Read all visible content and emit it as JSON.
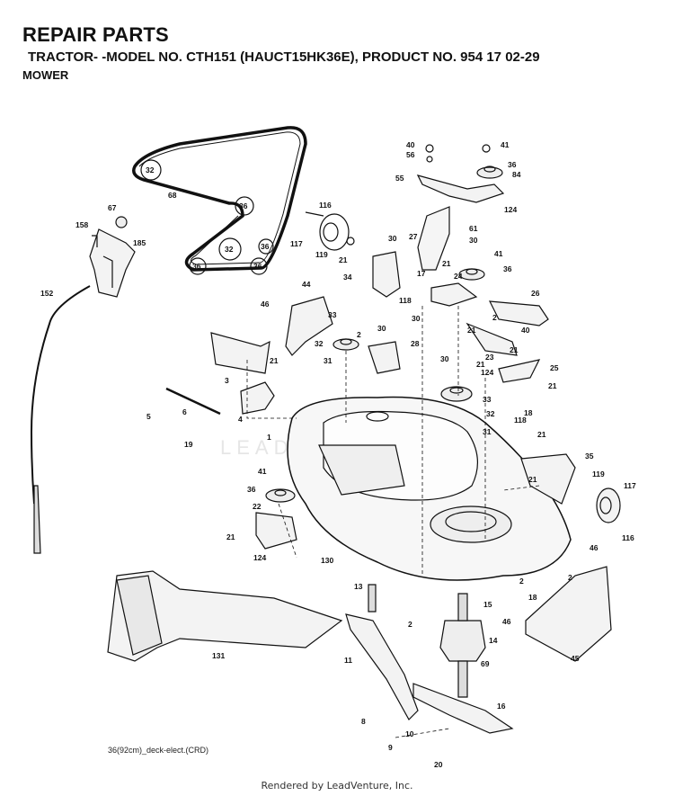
{
  "header": {
    "title": "REPAIR PARTS",
    "subtitle": "TRACTOR- -MODEL NO. CTH151 (HAUCT15HK36E), PRODUCT NO. 954 17 02-29",
    "section": "MOWER"
  },
  "diagram_code": "36(92cm)_deck-elect.(CRD)",
  "watermark": "LEADVENTURE",
  "footer": "Rendered by LeadVenture, Inc.",
  "belt_labels": [
    "32",
    "36",
    "32",
    "36",
    "36",
    "36"
  ],
  "callouts": [
    {
      "id": "c67",
      "label": "67"
    },
    {
      "id": "c158",
      "label": "158"
    },
    {
      "id": "c185",
      "label": "185"
    },
    {
      "id": "c152",
      "label": "152"
    },
    {
      "id": "c68",
      "label": "68"
    },
    {
      "id": "c116a",
      "label": "116"
    },
    {
      "id": "c117a",
      "label": "117"
    },
    {
      "id": "c119a",
      "label": "119"
    },
    {
      "id": "c21a",
      "label": "21"
    },
    {
      "id": "c34",
      "label": "34"
    },
    {
      "id": "c118a",
      "label": "118"
    },
    {
      "id": "c30a",
      "label": "30"
    },
    {
      "id": "c27",
      "label": "27"
    },
    {
      "id": "c17",
      "label": "17"
    },
    {
      "id": "c21b",
      "label": "21"
    },
    {
      "id": "c24",
      "label": "24"
    },
    {
      "id": "c40a",
      "label": "40"
    },
    {
      "id": "c56",
      "label": "56"
    },
    {
      "id": "c55",
      "label": "55"
    },
    {
      "id": "c41a",
      "label": "41"
    },
    {
      "id": "c36a",
      "label": "36"
    },
    {
      "id": "c84",
      "label": "84"
    },
    {
      "id": "c124a",
      "label": "124"
    },
    {
      "id": "c61",
      "label": "61"
    },
    {
      "id": "c30b",
      "label": "30"
    },
    {
      "id": "c41b",
      "label": "41"
    },
    {
      "id": "c36b",
      "label": "36"
    },
    {
      "id": "c46a",
      "label": "46"
    },
    {
      "id": "c44",
      "label": "44"
    },
    {
      "id": "c33a",
      "label": "33"
    },
    {
      "id": "c30c",
      "label": "30"
    },
    {
      "id": "c32a",
      "label": "32"
    },
    {
      "id": "c2a",
      "label": "2"
    },
    {
      "id": "c30d",
      "label": "30"
    },
    {
      "id": "c28",
      "label": "28"
    },
    {
      "id": "c31a",
      "label": "31"
    },
    {
      "id": "c3",
      "label": "3"
    },
    {
      "id": "c21c",
      "label": "21"
    },
    {
      "id": "c26",
      "label": "26"
    },
    {
      "id": "c2b",
      "label": "2"
    },
    {
      "id": "c40b",
      "label": "40"
    },
    {
      "id": "c21d",
      "label": "21"
    },
    {
      "id": "c21e",
      "label": "21"
    },
    {
      "id": "c30e",
      "label": "30"
    },
    {
      "id": "c23",
      "label": "23"
    },
    {
      "id": "c21f",
      "label": "21"
    },
    {
      "id": "c25",
      "label": "25"
    },
    {
      "id": "c124b",
      "label": "124"
    },
    {
      "id": "c21g",
      "label": "21"
    },
    {
      "id": "c5",
      "label": "5"
    },
    {
      "id": "c6",
      "label": "6"
    },
    {
      "id": "c4",
      "label": "4"
    },
    {
      "id": "c19",
      "label": "19"
    },
    {
      "id": "c33b",
      "label": "33"
    },
    {
      "id": "c32b",
      "label": "32"
    },
    {
      "id": "c18a",
      "label": "18"
    },
    {
      "id": "c31b",
      "label": "31"
    },
    {
      "id": "c118b",
      "label": "118"
    },
    {
      "id": "c21h",
      "label": "21"
    },
    {
      "id": "c1",
      "label": "1"
    },
    {
      "id": "c35",
      "label": "35"
    },
    {
      "id": "c41c",
      "label": "41"
    },
    {
      "id": "c36c",
      "label": "36"
    },
    {
      "id": "c21i",
      "label": "21"
    },
    {
      "id": "c119b",
      "label": "119"
    },
    {
      "id": "c117b",
      "label": "117"
    },
    {
      "id": "c116b",
      "label": "116"
    },
    {
      "id": "c22",
      "label": "22"
    },
    {
      "id": "c21j",
      "label": "21"
    },
    {
      "id": "c124c",
      "label": "124"
    },
    {
      "id": "c130",
      "label": "130"
    },
    {
      "id": "c46b",
      "label": "46"
    },
    {
      "id": "c2c",
      "label": "2"
    },
    {
      "id": "c13",
      "label": "13"
    },
    {
      "id": "c15",
      "label": "15"
    },
    {
      "id": "c2d",
      "label": "2"
    },
    {
      "id": "c18b",
      "label": "18"
    },
    {
      "id": "c2e",
      "label": "2"
    },
    {
      "id": "c46c",
      "label": "46"
    },
    {
      "id": "c14",
      "label": "14"
    },
    {
      "id": "c45",
      "label": "45"
    },
    {
      "id": "c131",
      "label": "131"
    },
    {
      "id": "c11",
      "label": "11"
    },
    {
      "id": "c69",
      "label": "69"
    },
    {
      "id": "c8",
      "label": "8"
    },
    {
      "id": "c16",
      "label": "16"
    },
    {
      "id": "c10",
      "label": "10"
    },
    {
      "id": "c9",
      "label": "9"
    },
    {
      "id": "c20",
      "label": "20"
    }
  ]
}
